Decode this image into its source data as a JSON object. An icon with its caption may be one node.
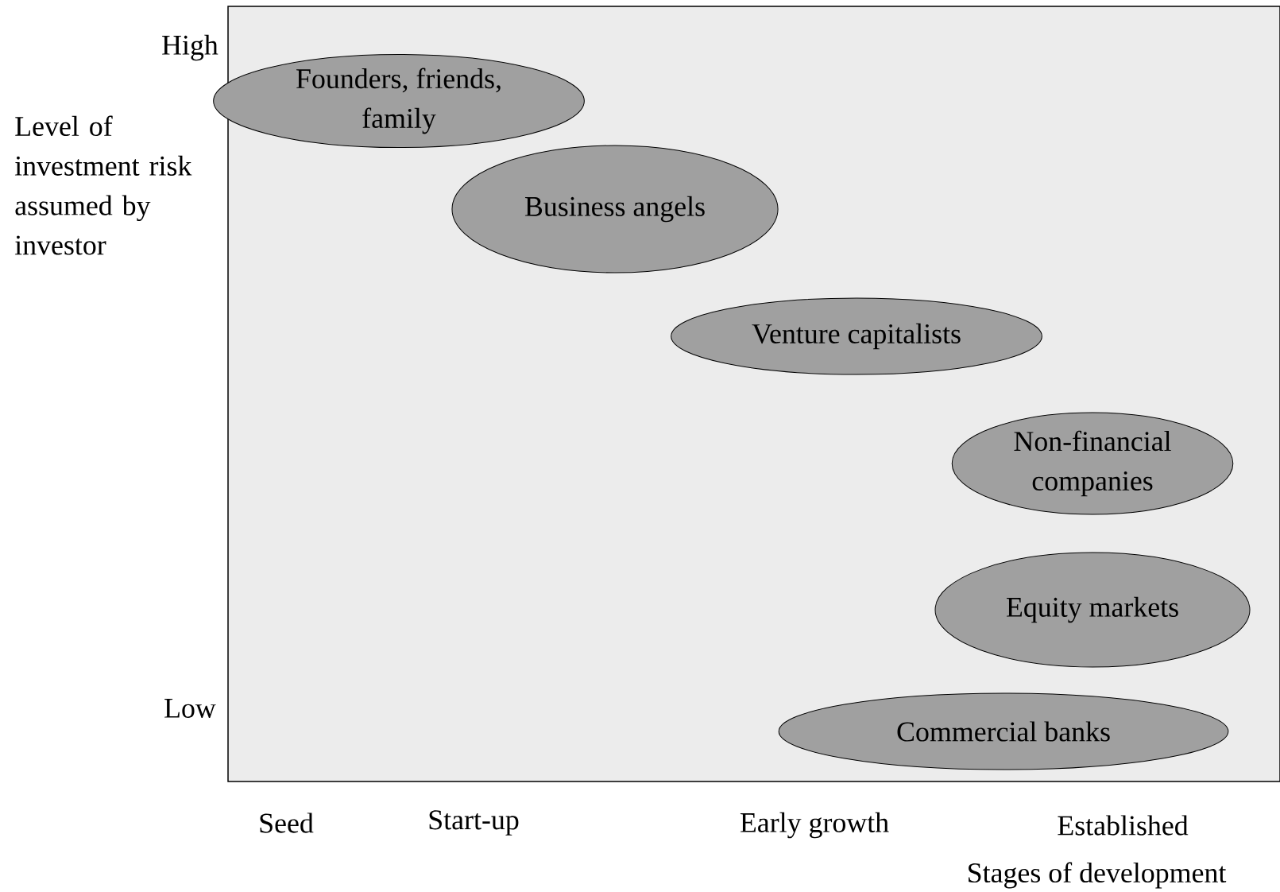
{
  "diagram": {
    "nodes": [
      {
        "text": [
          "Founders, friends, family"
        ]
      },
      {
        "text": [
          "Business angels"
        ]
      },
      {
        "text": [
          "Venture capitalists"
        ]
      },
      {
        "text": [
          "Non-financial companies"
        ]
      },
      {
        "text": [
          "Equity markets"
        ]
      },
      {
        "text": [
          "Commercial banks"
        ]
      }
    ],
    "labels": [
      "High",
      "Level of investment risk assumed by investor",
      "Low",
      "Seed",
      "Start-up",
      "Early growth",
      "Established",
      "Stages of development"
    ]
  }
}
